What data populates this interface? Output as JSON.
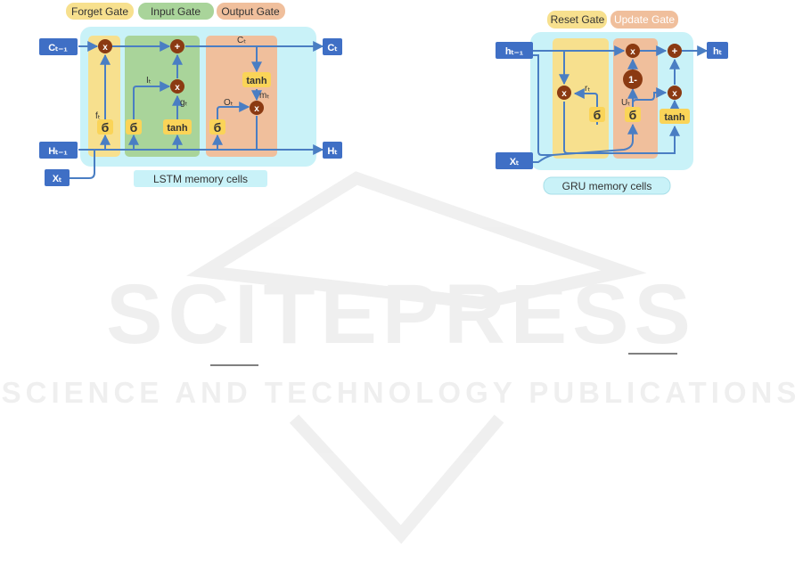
{
  "lstm": {
    "legend": {
      "forget": "Forget Gate",
      "input": "Input Gate",
      "output": "Output Gate"
    },
    "caption": "LSTM memory cells",
    "ports": {
      "c_prev": "Cₜ₋₁",
      "c_out": "Cₜ",
      "h_prev": "Hₜ₋₁",
      "h_out": "Hₜ",
      "x": "Xₜ"
    },
    "labels": {
      "ft": "fₜ",
      "it": "Iₜ",
      "gt": "gₜ",
      "ot": "Oₜ",
      "ct": "Cₜ",
      "mt": "mₜ"
    },
    "ops": {
      "mul": "x",
      "add": "+",
      "sigma": "б",
      "tanh": "tanh"
    }
  },
  "gru": {
    "legend": {
      "reset": "Reset Gate",
      "update": "Update Gate"
    },
    "caption": "GRU memory cells",
    "ports": {
      "h_prev": "hₜ₋₁",
      "h_out": "hₜ",
      "x": "Xₜ"
    },
    "labels": {
      "rt": "rₜ",
      "ut": "Uₜ"
    },
    "ops": {
      "mul": "x",
      "add": "+",
      "sigma": "б",
      "tanh": "tanh",
      "one_minus": "1-"
    }
  },
  "colors": {
    "cell": "#c9f2f8",
    "forget": "#f7e08e",
    "input": "#a9d49a",
    "output": "#f0bf9c",
    "op": "#8b3a12",
    "arrow": "#4a7ec3",
    "port": "#3f6fc5",
    "tanh": "#fad458"
  }
}
